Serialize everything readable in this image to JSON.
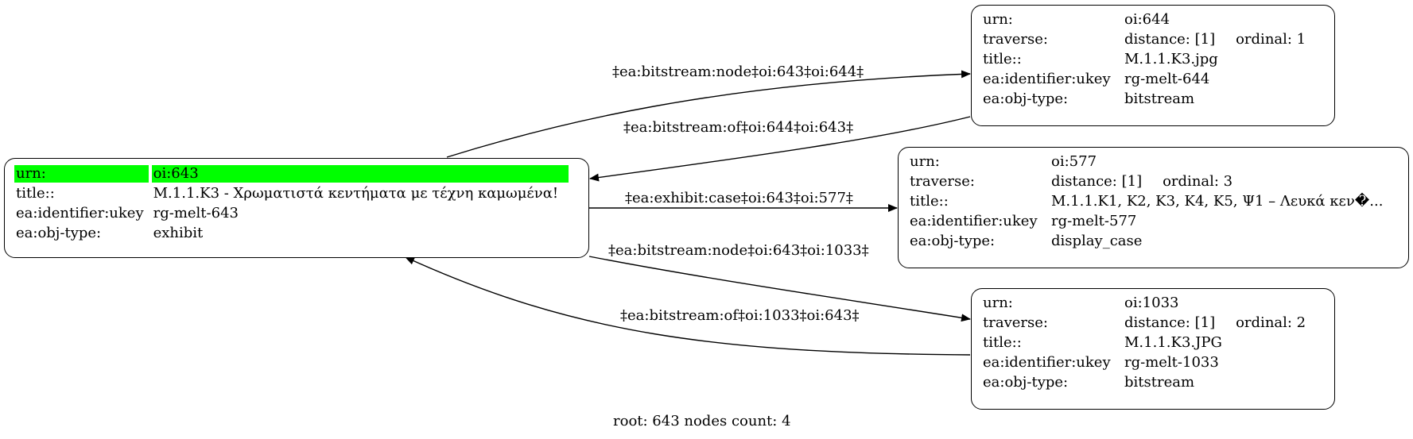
{
  "highlight_color": "#00ff00",
  "nodes": {
    "root": {
      "rows": [
        {
          "key": "urn:",
          "value": "oi:643"
        },
        {
          "key": "title::",
          "value": "M.1.1.K3 - Χρωματιστά κεντήματα με τέχνη καμωμένα!"
        },
        {
          "key": "ea:identifier:ukey",
          "value": "rg-melt-643"
        },
        {
          "key": "ea:obj-type:",
          "value": "exhibit"
        }
      ]
    },
    "n644": {
      "urn_key": "urn:",
      "urn": "oi:644",
      "traverse_key": "traverse:",
      "distance": "distance: [1]",
      "ordinal": "ordinal: 1",
      "title_key": "title::",
      "title": "M.1.1.K3.jpg",
      "ukey_key": "ea:identifier:ukey",
      "ukey": "rg-melt-644",
      "type_key": "ea:obj-type:",
      "type": "bitstream"
    },
    "n577": {
      "urn_key": "urn:",
      "urn": "oi:577",
      "traverse_key": "traverse:",
      "distance": "distance: [1]",
      "ordinal": "ordinal: 3",
      "title_key": "title::",
      "title": "M.1.1.K1, K2, K3, K4, K5, Ψ1 – Λευκά κεν�...",
      "ukey_key": "ea:identifier:ukey",
      "ukey": "rg-melt-577",
      "type_key": "ea:obj-type:",
      "type": "display_case"
    },
    "n1033": {
      "urn_key": "urn:",
      "urn": "oi:1033",
      "traverse_key": "traverse:",
      "distance": "distance: [1]",
      "ordinal": "ordinal: 2",
      "title_key": "title::",
      "title": "M.1.1.K3.JPG",
      "ukey_key": "ea:identifier:ukey",
      "ukey": "rg-melt-1033",
      "type_key": "ea:obj-type:",
      "type": "bitstream"
    }
  },
  "edges": {
    "e1": "‡ea:bitstream:node‡oi:643‡oi:644‡",
    "e2": "‡ea:bitstream:of‡oi:644‡oi:643‡",
    "e3": "‡ea:exhibit:case‡oi:643‡oi:577‡",
    "e4": "‡ea:bitstream:node‡oi:643‡oi:1033‡",
    "e5": "‡ea:bitstream:of‡oi:1033‡oi:643‡"
  },
  "footer": "root: 643 nodes count: 4"
}
